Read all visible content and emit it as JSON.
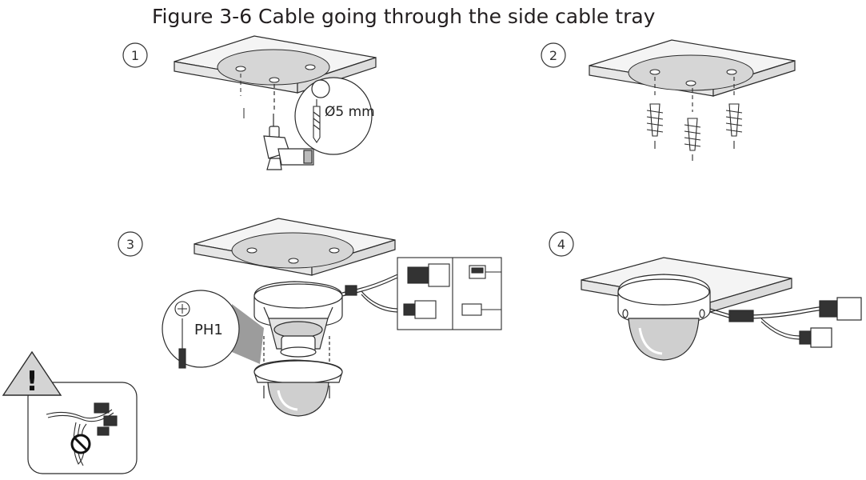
{
  "figure": {
    "title": "Figure 3-6 Cable going through the side cable tray"
  },
  "steps": [
    {
      "number": "1",
      "drill_spec": "Ø5 mm"
    },
    {
      "number": "2"
    },
    {
      "number": "3",
      "screwdriver_spec": "PH1"
    },
    {
      "number": "4"
    }
  ],
  "warning": {
    "symbol": "!"
  },
  "colors": {
    "line": "#2b2b2b",
    "mount_plate": "#d6d6d6",
    "warning_bg": "#dcdcdc"
  }
}
